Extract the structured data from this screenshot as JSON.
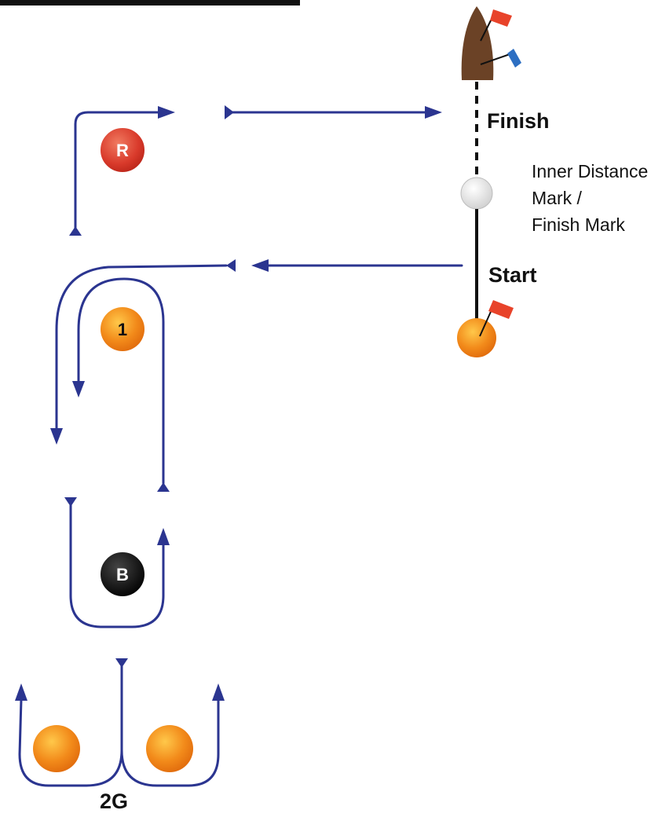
{
  "colors": {
    "course": "#2b3590",
    "start_line": "#111111",
    "committee_boat": "#6b4226",
    "flag_red": "#e8432a",
    "flag_blue": "#2d6fc2",
    "mark_orange": "#f28a1a",
    "mark_red": "#d93a2b",
    "mark_black": "#111111",
    "mark_white": "#e6e6e6"
  },
  "labels": {
    "finish": "Finish",
    "start": "Start",
    "inner_mark_line1": "Inner  Distance",
    "inner_mark_line2": "Mark /",
    "inner_mark_line3": "Finish Mark",
    "gate": "2G"
  },
  "marks": {
    "reaching": "R",
    "windward": "1",
    "offset": "B"
  },
  "icons": {
    "boat": "committee-boat-icon",
    "flag": "flag-icon",
    "buoy": "buoy-icon"
  }
}
